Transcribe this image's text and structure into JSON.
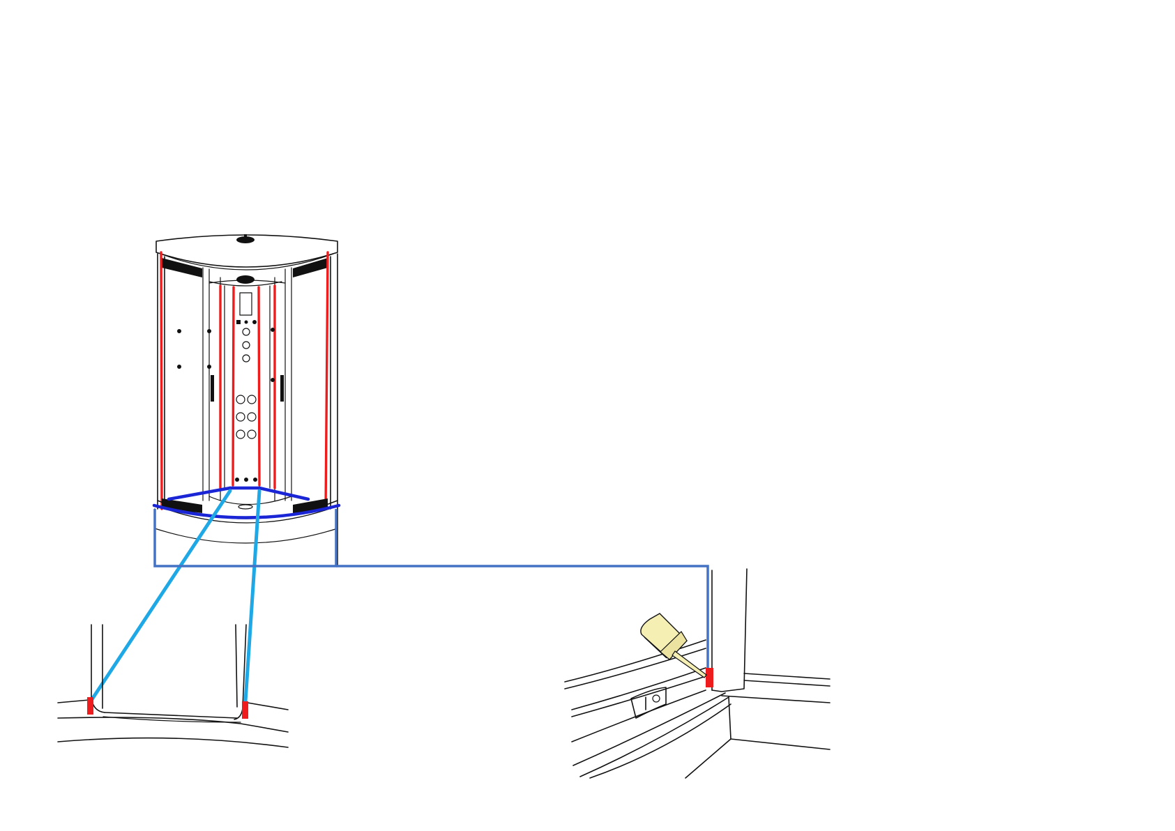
{
  "figure": {
    "colors": {
      "outline": "#111111",
      "sealant_red": "#ee1c1c",
      "base_seal_blue": "#1a25d6",
      "callout_lines": "#1fa8e6",
      "connector_box": "#4472c4",
      "sealant_tube": "#f5efb4"
    },
    "panels": [
      {
        "name": "shower-cabin-overview"
      },
      {
        "name": "detail-tray-corner-seal"
      },
      {
        "name": "detail-sealant-application"
      }
    ],
    "icons": [
      "sealant-tube-icon"
    ]
  }
}
